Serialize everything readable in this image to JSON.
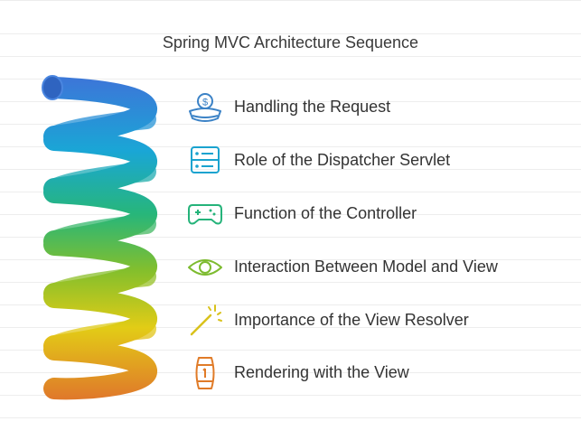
{
  "title": "Spring MVC Architecture Sequence",
  "steps": [
    {
      "label": "Handling the Request",
      "icon": "money-hand-icon",
      "color": "#3b82c6"
    },
    {
      "label": "Role of the Dispatcher Servlet",
      "icon": "server-icon",
      "color": "#1aa3cf"
    },
    {
      "label": "Function of the Controller",
      "icon": "gamepad-icon",
      "color": "#25b37a"
    },
    {
      "label": "Interaction Between Model and View",
      "icon": "eye-icon",
      "color": "#7dbb2f"
    },
    {
      "label": "Importance of the View Resolver",
      "icon": "magic-wand-icon",
      "color": "#d9c21c"
    },
    {
      "label": "Rendering with the View",
      "icon": "barrel-icon",
      "color": "#e07b28"
    }
  ]
}
